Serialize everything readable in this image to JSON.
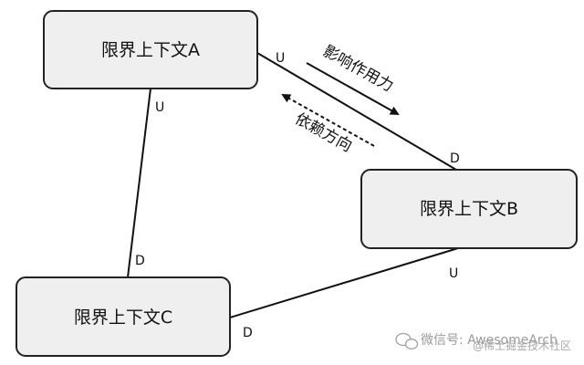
{
  "contexts": {
    "a": "限界上下文A",
    "b": "限界上下文B",
    "c": "限界上下文C"
  },
  "endpoints": {
    "ab_upstream": "U",
    "ab_downstream": "D",
    "ac_upstream": "U",
    "ac_downstream": "D",
    "bc_upstream": "U",
    "bc_downstream": "D"
  },
  "arrows": {
    "influence": "影响作用力",
    "dependency": "依赖方向"
  },
  "watermark": {
    "line1": "微信号: AwesomeArch",
    "line2": "@稀土掘金技术社区"
  },
  "colors": {
    "box_fill": "#efefef",
    "box_stroke": "#222222",
    "line": "#111111",
    "watermark": "#9a9a9a"
  }
}
